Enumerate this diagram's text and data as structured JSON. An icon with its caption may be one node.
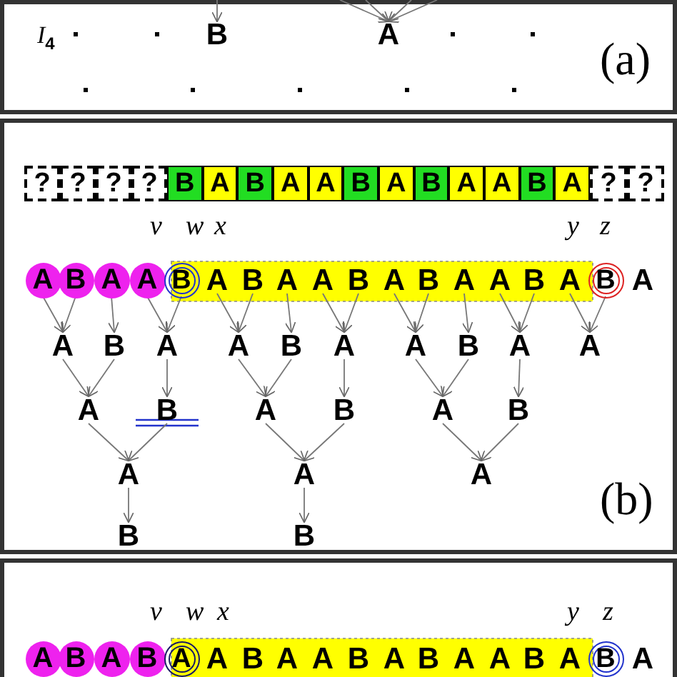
{
  "diagram": {
    "nodes": [
      {
        "text": [
          "B"
        ]
      },
      {
        "text": [
          "A"
        ]
      },
      {
        "text": [
          "?"
        ]
      },
      {
        "text": [
          "?"
        ]
      },
      {
        "text": [
          "?"
        ]
      },
      {
        "text": [
          "?"
        ]
      },
      {
        "text": [
          "B"
        ]
      },
      {
        "text": [
          "A"
        ]
      },
      {
        "text": [
          "B"
        ]
      },
      {
        "text": [
          "A"
        ]
      },
      {
        "text": [
          "A"
        ]
      },
      {
        "text": [
          "B"
        ]
      },
      {
        "text": [
          "A"
        ]
      },
      {
        "text": [
          "B"
        ]
      },
      {
        "text": [
          "A"
        ]
      },
      {
        "text": [
          "A"
        ]
      },
      {
        "text": [
          "B"
        ]
      },
      {
        "text": [
          "A"
        ]
      },
      {
        "text": [
          "?"
        ]
      },
      {
        "text": [
          "?"
        ]
      },
      {
        "text": [
          "A"
        ]
      },
      {
        "text": [
          "B"
        ]
      },
      {
        "text": [
          "A"
        ]
      },
      {
        "text": [
          "A"
        ]
      },
      {
        "text": [
          "B"
        ]
      },
      {
        "text": [
          "A"
        ]
      },
      {
        "text": [
          "B"
        ]
      },
      {
        "text": [
          "A"
        ]
      },
      {
        "text": [
          "A"
        ]
      },
      {
        "text": [
          "B"
        ]
      },
      {
        "text": [
          "A"
        ]
      },
      {
        "text": [
          "B"
        ]
      },
      {
        "text": [
          "A"
        ]
      },
      {
        "text": [
          "A"
        ]
      },
      {
        "text": [
          "B"
        ]
      },
      {
        "text": [
          "A"
        ]
      },
      {
        "text": [
          "B"
        ]
      },
      {
        "text": [
          "A"
        ]
      },
      {
        "text": [
          "A"
        ]
      },
      {
        "text": [
          "B"
        ]
      },
      {
        "text": [
          "A"
        ]
      },
      {
        "text": [
          "A"
        ]
      },
      {
        "text": [
          "B"
        ]
      },
      {
        "text": [
          "A"
        ]
      },
      {
        "text": [
          "A"
        ]
      },
      {
        "text": [
          "B"
        ]
      },
      {
        "text": [
          "A"
        ]
      },
      {
        "text": [
          "A"
        ]
      },
      {
        "text": [
          "A"
        ]
      },
      {
        "text": [
          "B"
        ]
      },
      {
        "text": [
          "A"
        ]
      },
      {
        "text": [
          "B"
        ]
      },
      {
        "text": [
          "A"
        ]
      },
      {
        "text": [
          "B"
        ]
      },
      {
        "text": [
          "A"
        ]
      },
      {
        "text": [
          "A"
        ]
      },
      {
        "text": [
          "A"
        ]
      },
      {
        "text": [
          "B"
        ]
      },
      {
        "text": [
          "B"
        ]
      },
      {
        "text": [
          "A"
        ]
      },
      {
        "text": [
          "B"
        ]
      },
      {
        "text": [
          "A"
        ]
      },
      {
        "text": [
          "B"
        ]
      },
      {
        "text": [
          "A"
        ]
      },
      {
        "text": [
          "A"
        ]
      },
      {
        "text": [
          "B"
        ]
      },
      {
        "text": [
          "A"
        ]
      },
      {
        "text": [
          "A"
        ]
      },
      {
        "text": [
          "B"
        ]
      },
      {
        "text": [
          "A"
        ]
      },
      {
        "text": [
          "B"
        ]
      },
      {
        "text": [
          "A"
        ]
      },
      {
        "text": [
          "A"
        ]
      },
      {
        "text": [
          "B"
        ]
      },
      {
        "text": [
          "A"
        ]
      },
      {
        "text": [
          "B"
        ]
      },
      {
        "text": [
          "A"
        ]
      }
    ],
    "edges": [
      {
        "from": null,
        "to": 0,
        "arrow": "to"
      },
      {
        "from": null,
        "to": 1,
        "arrow": "to"
      },
      {
        "from": null,
        "to": 1,
        "arrow": "to"
      },
      {
        "from": null,
        "to": 1,
        "arrow": "to"
      },
      {
        "from": null,
        "to": 1,
        "arrow": "to"
      },
      {
        "from": 20,
        "to": 38,
        "arrow": "to"
      },
      {
        "from": 21,
        "to": 38,
        "arrow": "to"
      },
      {
        "from": 22,
        "to": 39,
        "arrow": "to"
      },
      {
        "from": 23,
        "to": 40,
        "arrow": "to"
      },
      {
        "from": 24,
        "to": 40,
        "arrow": "to"
      },
      {
        "from": 25,
        "to": 41,
        "arrow": "to"
      },
      {
        "from": 26,
        "to": 41,
        "arrow": "to"
      },
      {
        "from": 27,
        "to": 42,
        "arrow": "to"
      },
      {
        "from": 28,
        "to": 43,
        "arrow": "to"
      },
      {
        "from": 29,
        "to": 43,
        "arrow": "to"
      },
      {
        "from": 30,
        "to": 44,
        "arrow": "to"
      },
      {
        "from": 31,
        "to": 44,
        "arrow": "to"
      },
      {
        "from": 32,
        "to": 45,
        "arrow": "to"
      },
      {
        "from": 33,
        "to": 46,
        "arrow": "to"
      },
      {
        "from": 34,
        "to": 46,
        "arrow": "to"
      },
      {
        "from": 35,
        "to": 47,
        "arrow": "to"
      },
      {
        "from": 36,
        "to": 47,
        "arrow": "to"
      },
      {
        "from": 38,
        "to": 48,
        "arrow": "to"
      },
      {
        "from": 39,
        "to": 48,
        "arrow": "to"
      },
      {
        "from": 40,
        "to": 49,
        "arrow": "to"
      },
      {
        "from": 41,
        "to": 50,
        "arrow": "to"
      },
      {
        "from": 42,
        "to": 50,
        "arrow": "to"
      },
      {
        "from": 43,
        "to": 51,
        "arrow": "to"
      },
      {
        "from": 44,
        "to": 52,
        "arrow": "to"
      },
      {
        "from": 45,
        "to": 52,
        "arrow": "to"
      },
      {
        "from": 46,
        "to": 53,
        "arrow": "to"
      },
      {
        "from": 48,
        "to": 54,
        "arrow": "to"
      },
      {
        "from": 49,
        "to": 54,
        "arrow": "to"
      },
      {
        "from": 50,
        "to": 55,
        "arrow": "to"
      },
      {
        "from": 51,
        "to": 55,
        "arrow": "to"
      },
      {
        "from": 52,
        "to": 56,
        "arrow": "to"
      },
      {
        "from": 53,
        "to": 56,
        "arrow": "to"
      },
      {
        "from": 54,
        "to": 57,
        "arrow": "to"
      },
      {
        "from": 55,
        "to": 58,
        "arrow": "to"
      }
    ],
    "labels": [
      "I$_{4}$",
      "(a)",
      "v",
      "w",
      "x",
      "y",
      "z",
      "(b)",
      "v",
      "w",
      "x",
      "y",
      "z"
    ]
  }
}
